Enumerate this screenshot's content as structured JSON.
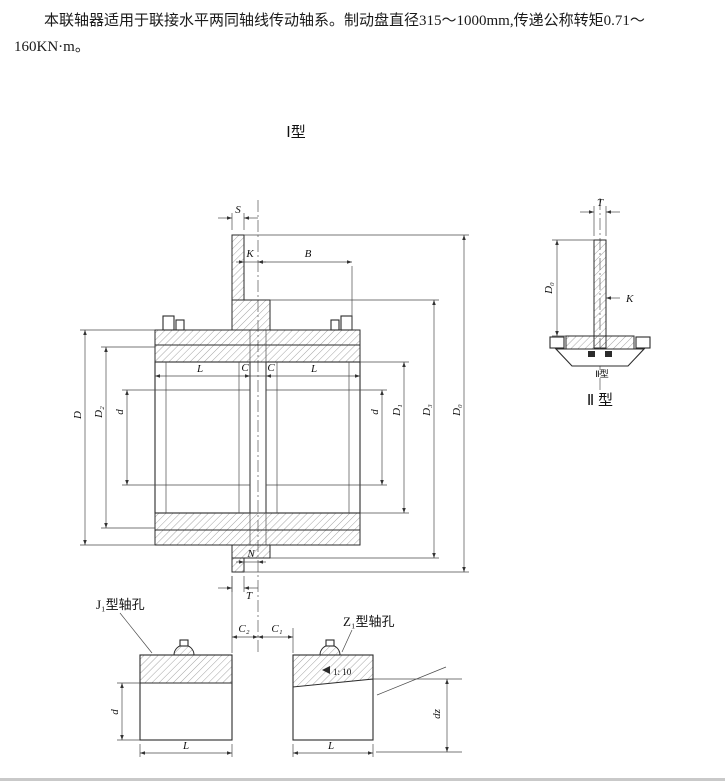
{
  "header": {
    "line1": "本联轴器适用于联接水平两同轴线传动轴系。制动盘直径315～1000mm,传递公称转矩0.71～",
    "line2": "160KN·m。"
  },
  "captions": {
    "type1": "Ⅰ型",
    "type2": "Ⅱ 型",
    "type2_small": "Ⅱ型",
    "j1_hole": "J₁型轴孔",
    "z1_hole": "Z₁型轴孔",
    "taper": "1: 10"
  },
  "dimensions": {
    "S": "S",
    "K": "K",
    "B": "B",
    "T": "T",
    "N": "N",
    "L": "L",
    "C": "C",
    "D": "D",
    "D0": "D₀",
    "D1": "D₁",
    "D2": "D₂",
    "D3": "D₃",
    "d": "d",
    "dz": "dz",
    "C1": "C₁",
    "C2": "C₂"
  }
}
